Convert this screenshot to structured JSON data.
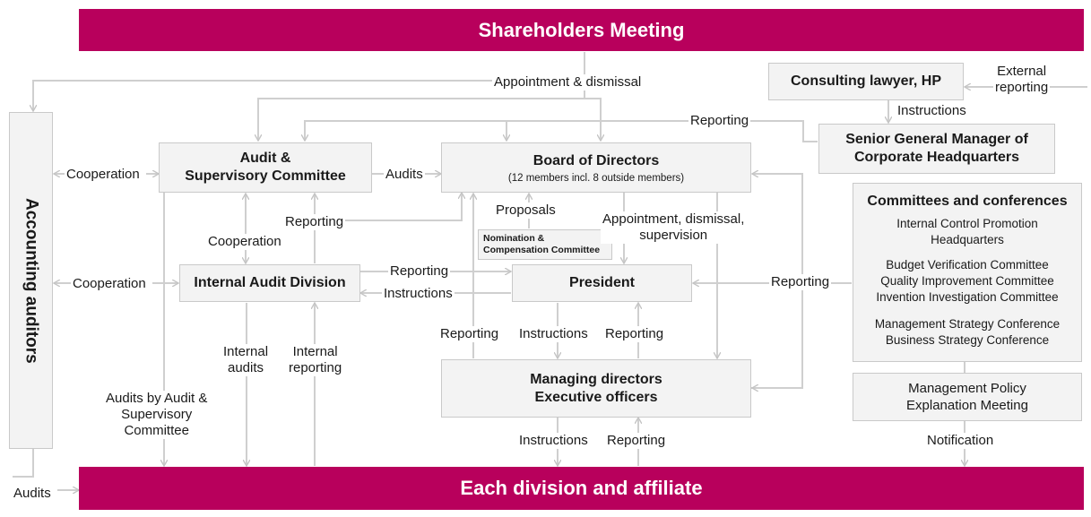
{
  "bands": {
    "top": "Shareholders Meeting",
    "bottom": "Each division and affiliate"
  },
  "nodes": {
    "accounting_auditors": "Accounting auditors",
    "audit_committee": [
      "Audit &",
      "Supervisory Committee"
    ],
    "board_title": "Board of Directors",
    "board_sub": "(12 members incl. 8 outside members)",
    "internal_audit": "Internal Audit Division",
    "president": "President",
    "nomination": [
      "Nomination &",
      "Compensation Committee"
    ],
    "managing": [
      "Managing directors",
      "Executive officers"
    ],
    "lawyer": "Consulting lawyer, HP",
    "senior_gm": [
      "Senior General Manager of",
      "Corporate Headquarters"
    ],
    "committees_title": "Committees and conferences",
    "committees_items": [
      "Internal Control Promotion",
      "Headquarters",
      "Budget Verification Committee",
      "Quality Improvement Committee",
      "Invention Investigation Committee",
      "Management Strategy Conference",
      "Business Strategy Conference"
    ],
    "mgmt_policy": [
      "Management Policy",
      "Explanation Meeting"
    ]
  },
  "labels": {
    "appointment_dismissal": "Appointment & dismissal",
    "external_reporting": [
      "External",
      "reporting"
    ],
    "instructions_lawyer": "Instructions",
    "reporting_gm": "Reporting",
    "cooperation_1": "Cooperation",
    "audits": "Audits",
    "reporting_ia_board": "Reporting",
    "proposals": "Proposals",
    "appt_dismissal_supervision": [
      "Appointment, dismissal,",
      "supervision"
    ],
    "cooperation_2": "Cooperation",
    "cooperation_3": "Cooperation",
    "reporting_ia_pres": "Reporting",
    "instructions_pres_ia": "Instructions",
    "reporting_committees": "Reporting",
    "reporting_md_board": "Reporting",
    "instructions_pres_md": "Instructions",
    "reporting_md_pres": "Reporting",
    "internal_audits": [
      "Internal",
      "audits"
    ],
    "internal_reporting": [
      "Internal",
      "reporting"
    ],
    "audits_by_committee": [
      "Audits by Audit &",
      "Supervisory",
      "Committee"
    ],
    "instructions_md_div": "Instructions",
    "reporting_div_md": "Reporting",
    "notification": "Notification",
    "audits_bottom": "Audits"
  }
}
